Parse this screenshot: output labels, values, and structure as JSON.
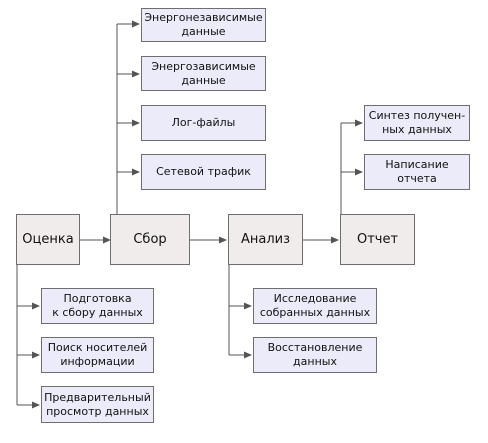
{
  "colors": {
    "main_fill": "#f1ecec",
    "sub_fill": "#ebebfa",
    "border": "#6e6e6e",
    "line": "#555555"
  },
  "stages": {
    "evaluation": "Оценка",
    "collection": "Сбор",
    "analysis": "Анализ",
    "report": "Отчет"
  },
  "collection_items": {
    "nonvolatile": "Энергонезависимые\nданные",
    "volatile": "Энергозависимые\nданные",
    "logs": "Лог-файлы",
    "traffic": "Сетевой трафик"
  },
  "evaluation_items": {
    "prepare": "Подготовка\nк сбору данных",
    "find_media": "Поиск носителей\nинформации",
    "preview": "Предварительный\nпросмотр данных"
  },
  "analysis_items": {
    "research": "Исследование\nсобранных данных",
    "recovery": "Восстановление\nданных"
  },
  "report_items": {
    "synthesis": "Синтез получен-\nных данных",
    "writing": "Написание\nотчета"
  }
}
